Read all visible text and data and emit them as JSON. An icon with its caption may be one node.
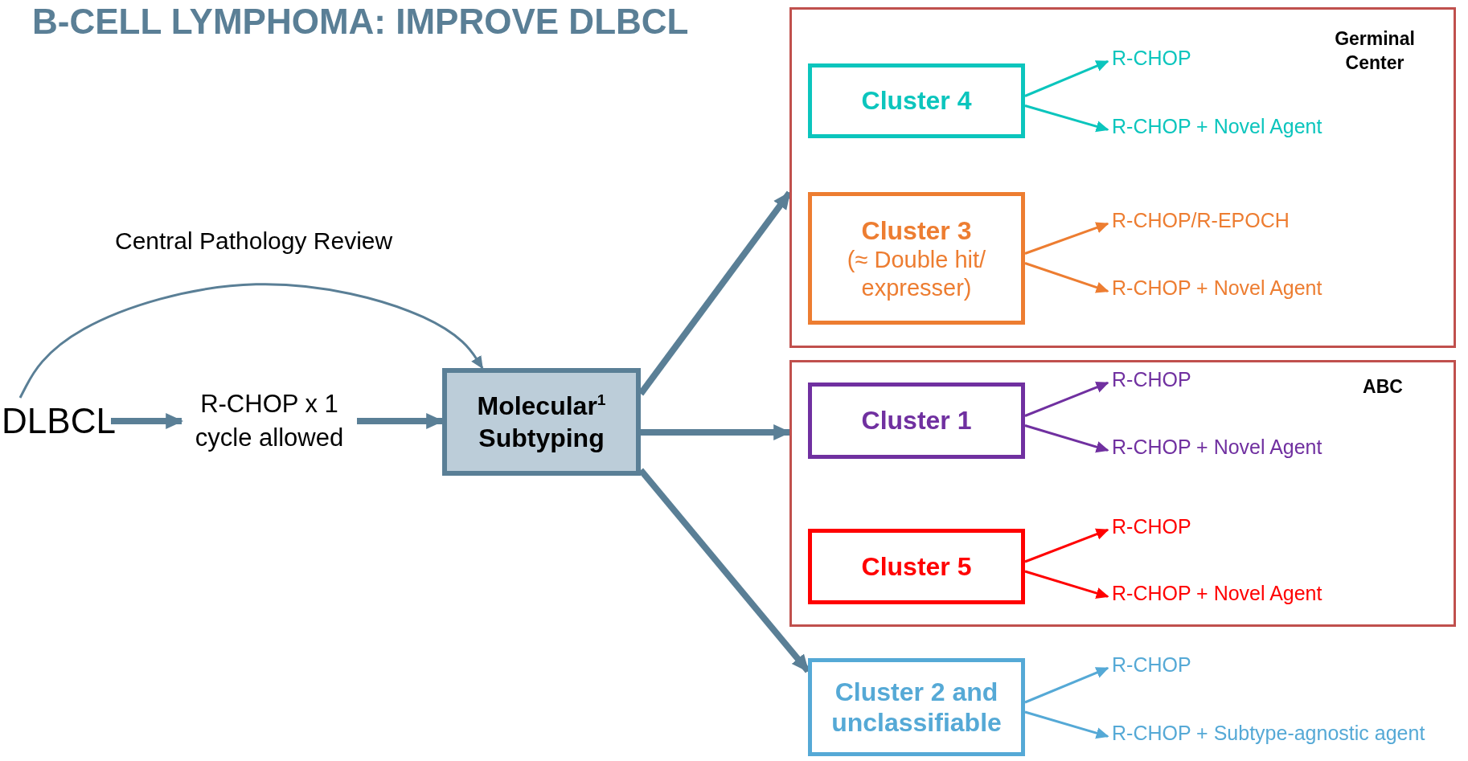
{
  "diagram": {
    "title": "B-CELL LYMPHOMA: IMPROVE DLBCL",
    "nodes": [
      {
        "text": [
          "DLBCL"
        ]
      },
      {
        "text": [
          "R-CHOP x 1 cycle allowed"
        ]
      },
      {
        "text": [
          "Molecular$^{1}$ Subtyping"
        ]
      },
      {
        "text": [
          "Germinal Center"
        ]
      },
      {
        "text": [
          "Cluster 4"
        ],
        "in": 3
      },
      {
        "text": [
          "R-CHOP"
        ],
        "in": 3
      },
      {
        "text": [
          "R-CHOP + Novel Agent"
        ],
        "in": 3
      },
      {
        "text": [
          "Cluster 3",
          "(≈ Double hit/ expresser)"
        ],
        "in": 3
      },
      {
        "text": [
          "R-CHOP/R-EPOCH"
        ],
        "in": 3
      },
      {
        "text": [
          "R-CHOP + Novel Agent"
        ],
        "in": 3
      },
      {
        "text": [
          "ABC"
        ]
      },
      {
        "text": [
          "Cluster 1"
        ],
        "in": 10
      },
      {
        "text": [
          "R-CHOP"
        ],
        "in": 10
      },
      {
        "text": [
          "R-CHOP + Novel Agent"
        ],
        "in": 10
      },
      {
        "text": [
          "Cluster 5"
        ],
        "in": 10
      },
      {
        "text": [
          "R-CHOP"
        ],
        "in": 10
      },
      {
        "text": [
          "R-CHOP + Novel Agent"
        ],
        "in": 10
      },
      {
        "text": [
          "Cluster 2 and unclassifiable"
        ]
      },
      {
        "text": [
          "R-CHOP"
        ]
      },
      {
        "text": [
          "R-CHOP + Subtype-agnostic agent"
        ]
      }
    ],
    "edges": [
      {
        "from": 0,
        "to": 1,
        "arrow": "to",
        "style": "thick",
        "color": "#5a7f96"
      },
      {
        "from": 1,
        "to": 2,
        "arrow": "to",
        "style": "thick",
        "color": "#5a7f96"
      },
      {
        "from": 0,
        "to": 2,
        "arrow": "to",
        "label": "Central Pathology Review",
        "color": "#5a7f96"
      },
      {
        "from": 2,
        "to": 3,
        "arrow": "to",
        "style": "thick",
        "color": "#5a7f96"
      },
      {
        "from": 2,
        "to": 10,
        "arrow": "to",
        "style": "thick",
        "color": "#5a7f96"
      },
      {
        "from": 2,
        "to": 17,
        "arrow": "to",
        "style": "thick",
        "color": "#5a7f96"
      },
      {
        "from": 4,
        "to": 5,
        "arrow": "to",
        "color": "#0bc5bd"
      },
      {
        "from": 4,
        "to": 6,
        "arrow": "to",
        "color": "#0bc5bd"
      },
      {
        "from": 7,
        "to": 8,
        "arrow": "to",
        "color": "#ed7d31"
      },
      {
        "from": 7,
        "to": 9,
        "arrow": "to",
        "color": "#ed7d31"
      },
      {
        "from": 11,
        "to": 12,
        "arrow": "to",
        "color": "#7030a0"
      },
      {
        "from": 11,
        "to": 13,
        "arrow": "to",
        "color": "#7030a0"
      },
      {
        "from": 14,
        "to": 15,
        "arrow": "to",
        "color": "#ff0000"
      },
      {
        "from": 14,
        "to": 16,
        "arrow": "to",
        "color": "#ff0000"
      },
      {
        "from": 17,
        "to": 18,
        "arrow": "to",
        "color": "#55a9d6"
      },
      {
        "from": 17,
        "to": 19,
        "arrow": "to",
        "color": "#55a9d6"
      }
    ]
  }
}
